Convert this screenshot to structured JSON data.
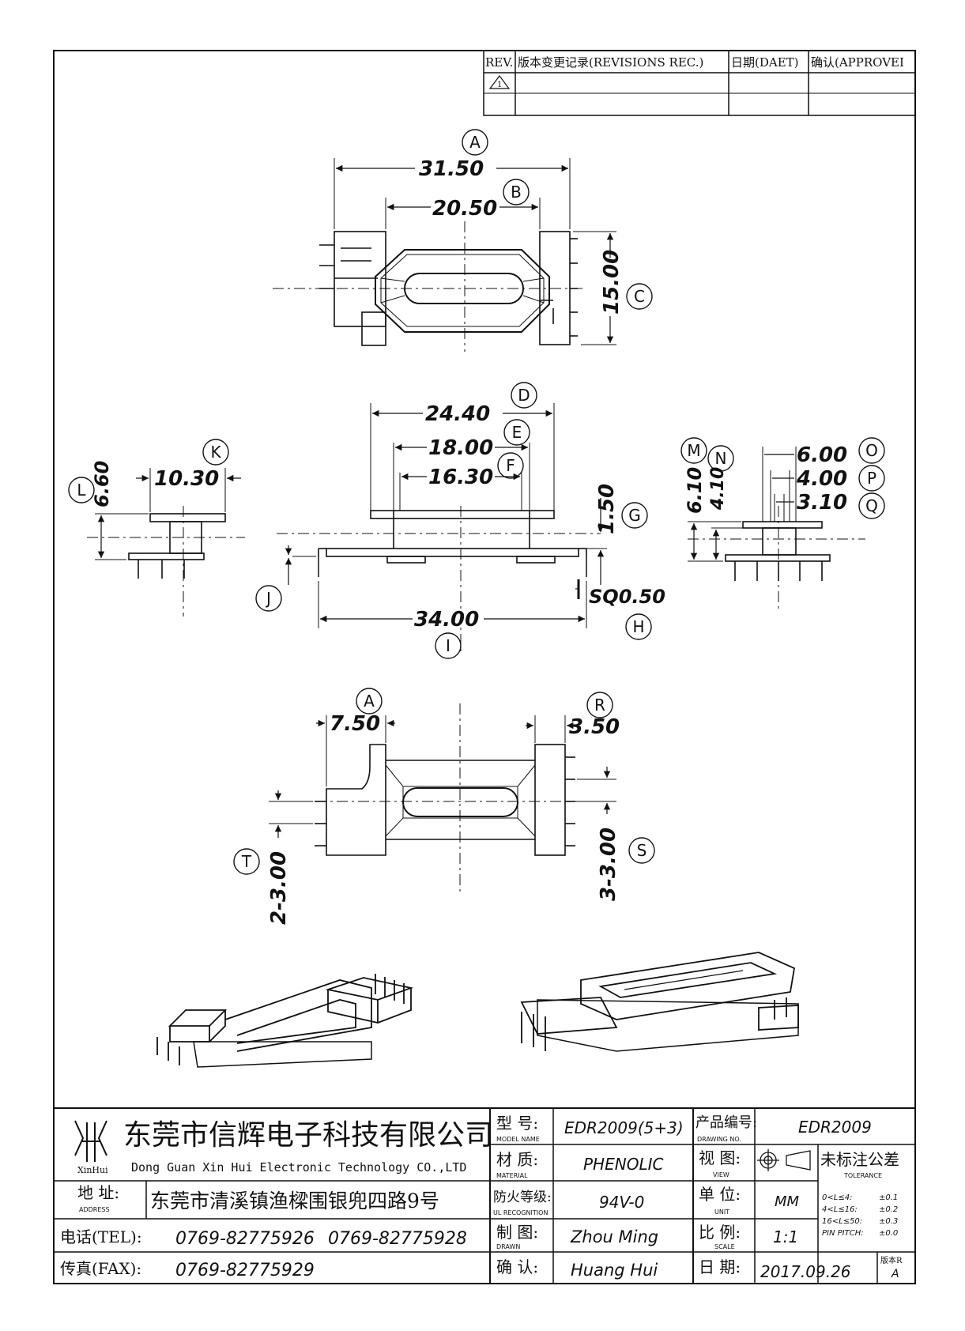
{
  "revision_table": {
    "headers": [
      "REV.",
      "版本变更记录(REVISIONS REC.)",
      "日期(DAET)",
      "确认(APPROVEI"
    ],
    "rev_symbol": "1"
  },
  "top_view": {
    "dims": {
      "a": "31.50",
      "b": "20.50",
      "c": "15.00"
    },
    "labels": {
      "a": "A",
      "b": "B",
      "c": "C"
    }
  },
  "front_view": {
    "dims": {
      "d": "24.40",
      "e": "18.00",
      "f": "16.30",
      "g": "1.50",
      "h": "SQ0.50",
      "i": "34.00"
    },
    "labels": {
      "d": "D",
      "e": "E",
      "f": "F",
      "g": "G",
      "h": "H",
      "i": "I",
      "j": "J"
    }
  },
  "left_view": {
    "dims": {
      "k": "10.30",
      "l": "6.60"
    },
    "labels": {
      "k": "K",
      "l": "L"
    }
  },
  "right_view": {
    "dims": {
      "m": "6.10",
      "n": "4.10",
      "o": "6.00",
      "p": "4.00",
      "q": "3.10"
    },
    "labels": {
      "m": "M",
      "n": "N",
      "o": "O",
      "p": "P",
      "q": "Q"
    }
  },
  "bottom_view": {
    "dims": {
      "a": "7.50",
      "r": "3.50",
      "t": "2-3.00",
      "s": "3-3.00"
    },
    "labels": {
      "a": "A",
      "r": "R",
      "t": "T",
      "s": "S"
    }
  },
  "title_block": {
    "logo_text": "XinHui",
    "company_cn": "东莞市信辉电子科技有限公司",
    "company_en": "Dong Guan Xin Hui Electronic Technology CO.,LTD",
    "address_label_cn": "地 址:",
    "address_label_en": "ADDRESS",
    "address": "东莞市清溪镇渔樑围银兜四路9号",
    "tel_label": "电话(TEL):",
    "tel_1": "0769-82775926",
    "tel_2": "0769-82775928",
    "fax_label": "传真(FAX):",
    "fax": "0769-82775929",
    "model_label_cn": "型 号:",
    "model_label_en": "MODEL NAME",
    "model": "EDR2009(5+3)",
    "material_label_cn": "材 质:",
    "material_label_en": "MATERIAL",
    "material": "PHENOLIC",
    "ul_label_cn": "防火等级:",
    "ul_label_en": "UL RECOGNITION",
    "ul": "94V-0",
    "drawn_label_cn": "制 图:",
    "drawn_label_en": "DRAWN",
    "drawn": "Zhou Ming",
    "check_label_cn": "确 认:",
    "check": "Huang Hui",
    "drawing_no_label_cn": "产品编号:",
    "drawing_no_label_en": "DRAWING NO.",
    "drawing_no": "EDR2009",
    "view_label_cn": "视 图:",
    "view_label_en": "VIEW",
    "unit_label_cn": "单 位:",
    "unit_label_en": "UNIT",
    "unit": "MM",
    "scale_label_cn": "比 例:",
    "scale_label_en": "SCALE",
    "scale": "1:1",
    "date_label_cn": "日 期:",
    "date": "2017.09.26",
    "tolerance_label_cn": "未标注公差",
    "tolerance_label_en": "TOLERANCE",
    "tolerances": [
      {
        "range": "0<L≤4:",
        "value": "±0.1"
      },
      {
        "range": "4<L≤16:",
        "value": "±0.2"
      },
      {
        "range": "16<L≤50:",
        "value": "±0.3"
      },
      {
        "range": "PIN PITCH:",
        "value": "±0.0"
      }
    ],
    "version_label": "版本R",
    "version": "A"
  }
}
